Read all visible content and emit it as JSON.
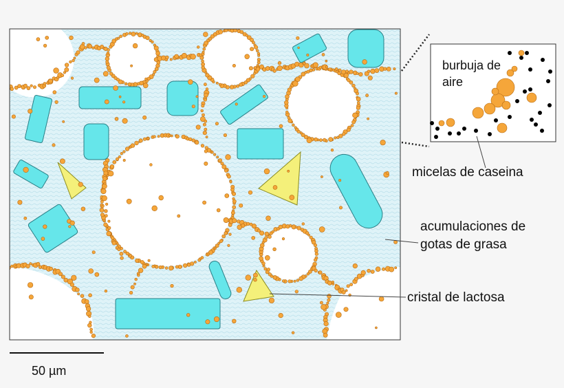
{
  "labels": {
    "inset_line1": "burbuja de",
    "inset_line2": "aire",
    "casein": "micelas de caseina",
    "fat_line1": "acumulaciones de",
    "fat_line2": "gotas de grasa",
    "lactose": "cristal de lactosa",
    "scale": "50 µm"
  },
  "colors": {
    "background": "#f6f6f6",
    "matrix": "#dff3f8",
    "matrix_texture": "#b9dfea",
    "protein": "#66e6ea",
    "protein_edge": "#2a7f86",
    "fat": "#f5a63a",
    "fat_edge": "#b66a12",
    "lactose": "#f4f07a",
    "lactose_edge": "#8b8b20",
    "air": "#ffffff",
    "micelle": "#000000",
    "line": "#222222"
  }
}
